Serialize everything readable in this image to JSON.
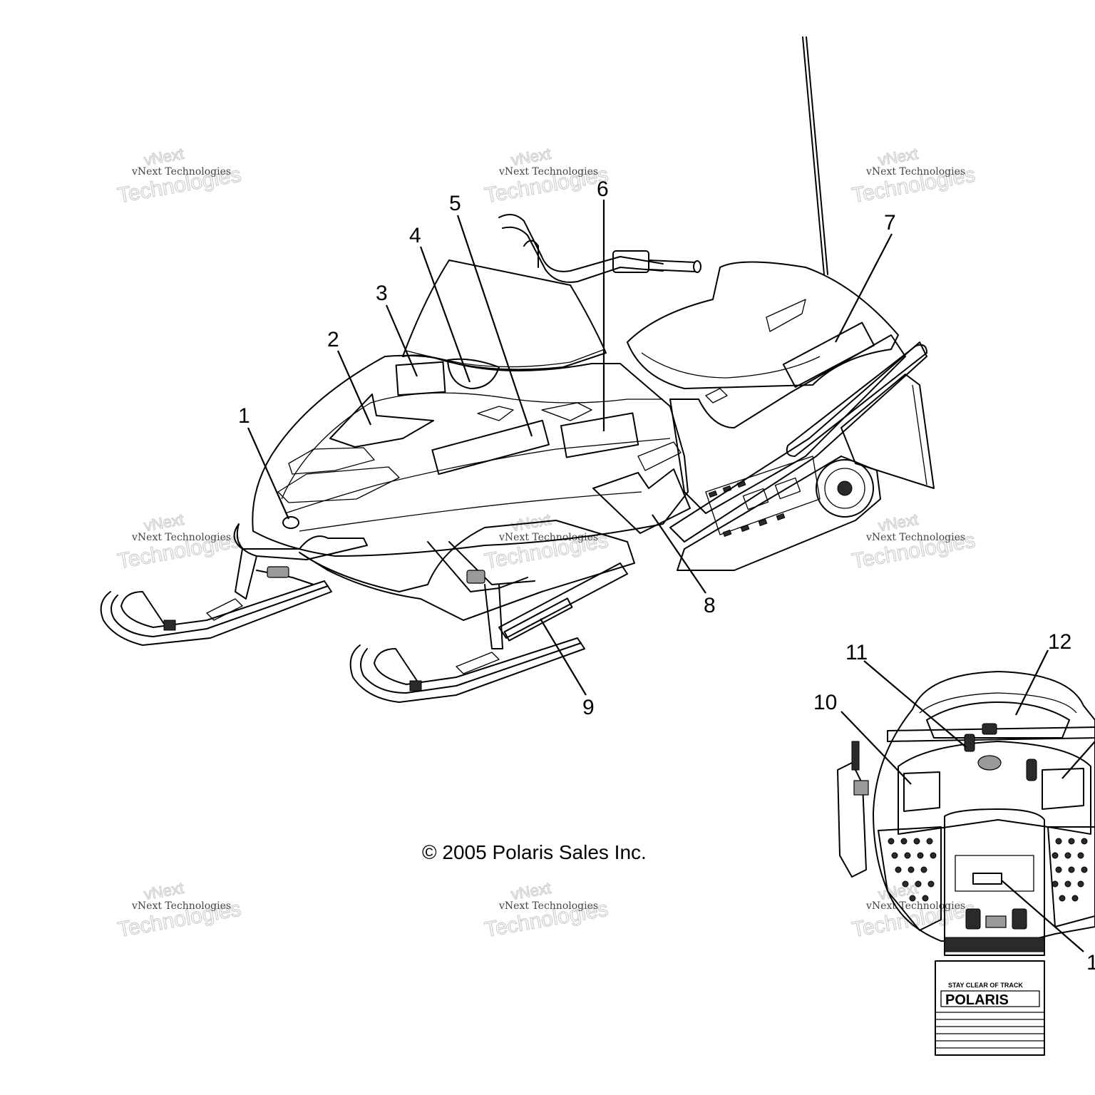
{
  "copyright": "© 2005 Polaris Sales Inc.",
  "watermark": {
    "small": "vNext Technologies",
    "big": "Technologies",
    "mid": "vNext"
  },
  "callouts": [
    {
      "id": "1",
      "label": "1"
    },
    {
      "id": "2",
      "label": "2"
    },
    {
      "id": "3",
      "label": "3"
    },
    {
      "id": "4",
      "label": "4"
    },
    {
      "id": "5",
      "label": "5"
    },
    {
      "id": "6",
      "label": "6"
    },
    {
      "id": "7",
      "label": "7"
    },
    {
      "id": "8",
      "label": "8"
    },
    {
      "id": "9",
      "label": "9"
    },
    {
      "id": "10",
      "label": "10"
    },
    {
      "id": "11",
      "label": "11"
    },
    {
      "id": "12",
      "label": "12"
    },
    {
      "id": "13",
      "label": "1"
    }
  ],
  "rear_decal": {
    "warning": "STAY CLEAR OF TRACK",
    "brand": "POLARIS"
  }
}
